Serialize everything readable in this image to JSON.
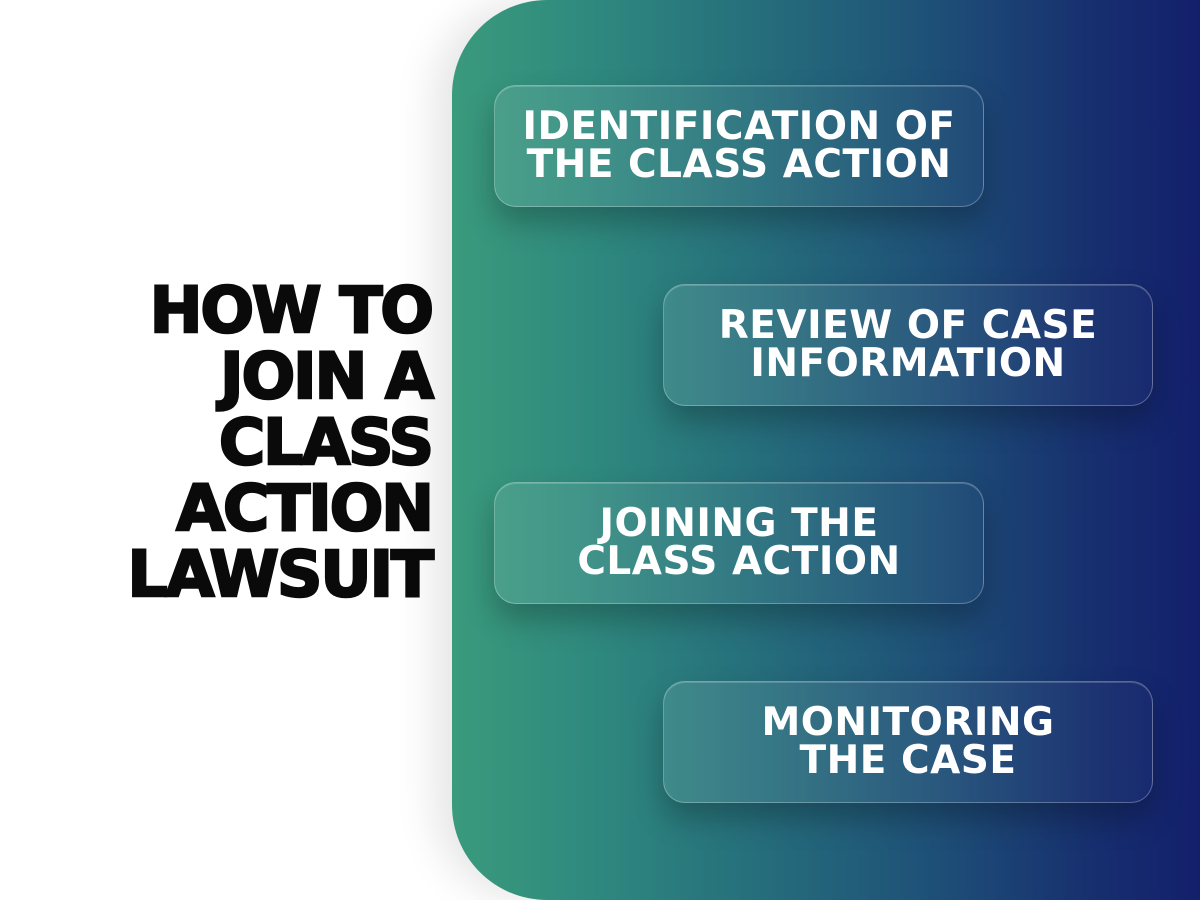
{
  "headline": {
    "lines": [
      "HOW TO",
      "JOIN A",
      "CLASS",
      "ACTION",
      "LAWSUIT"
    ]
  },
  "steps": [
    {
      "lines": [
        "IDENTIFICATION OF",
        "THE CLASS ACTION"
      ]
    },
    {
      "lines": [
        "REVIEW OF CASE",
        "INFORMATION"
      ]
    },
    {
      "lines": [
        "JOINING THE",
        "CLASS ACTION"
      ]
    },
    {
      "lines": [
        "MONITORING",
        "THE CASE"
      ]
    }
  ],
  "colors": {
    "panel_start": "#3a9a7c",
    "panel_end": "#131f6c",
    "headline_text": "#0a0a0a",
    "step_text": "#ffffff"
  }
}
